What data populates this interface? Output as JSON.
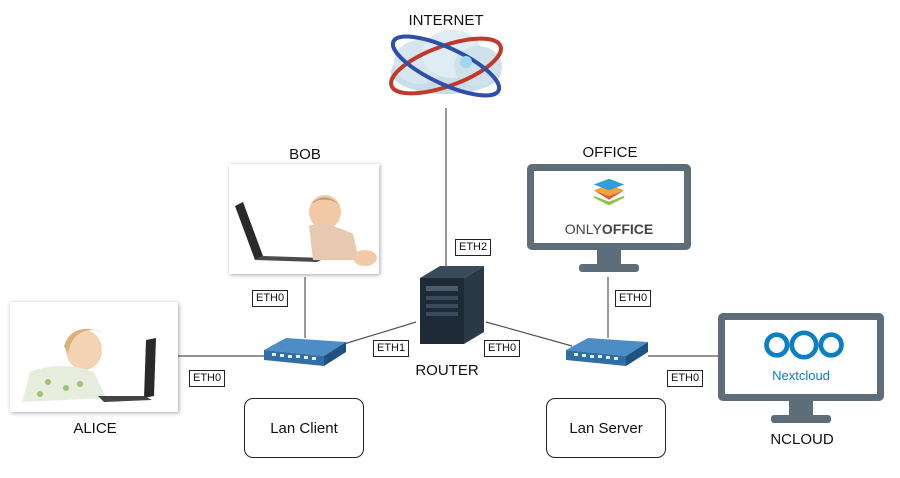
{
  "nodes": {
    "internet": "INTERNET",
    "bob": "BOB",
    "office": "OFFICE",
    "alice": "ALICE",
    "router": "ROUTER",
    "ncloud": "NCLOUD"
  },
  "lans": {
    "client": "Lan Client",
    "server": "Lan Server"
  },
  "ports": {
    "router_eth2": "ETH2",
    "bob_eth0": "ETH0",
    "office_eth0": "ETH0",
    "router_eth1": "ETH1",
    "router_eth0": "ETH0",
    "alice_eth0": "ETH0",
    "ncloud_eth0": "ETH0"
  },
  "brands": {
    "onlyoffice_light": "ONLY",
    "onlyoffice_bold": "OFFICE",
    "nextcloud": "Nextcloud"
  },
  "colors": {
    "link": "#555555",
    "monitor_frame": "#5d6e7a",
    "switch_blue": "#2f6fa6",
    "nextcloud_blue": "#0a7fc3",
    "onlyoffice_text": "#444444"
  }
}
